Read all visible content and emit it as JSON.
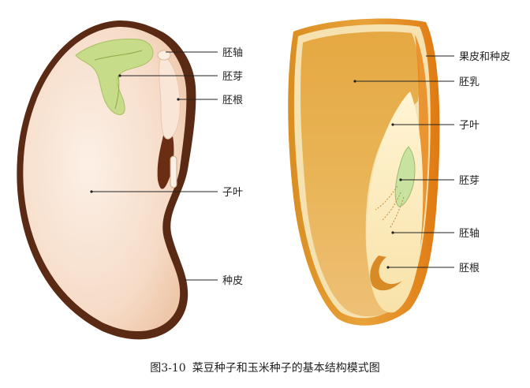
{
  "bean": {
    "labels": {
      "hypocotyl": "胚轴",
      "plumule": "胚芽",
      "radicle": "胚根",
      "cotyledon": "子叶",
      "seed_coat": "种皮"
    }
  },
  "corn": {
    "labels": {
      "pericarp_seed_coat": "果皮和种皮",
      "endosperm": "胚乳",
      "cotyledon": "子叶",
      "plumule": "胚芽",
      "hypocotyl": "胚轴",
      "radicle": "胚根"
    }
  },
  "caption": {
    "number": "图3-10",
    "text": "菜豆种子和玉米种子的基本结构模式图"
  }
}
